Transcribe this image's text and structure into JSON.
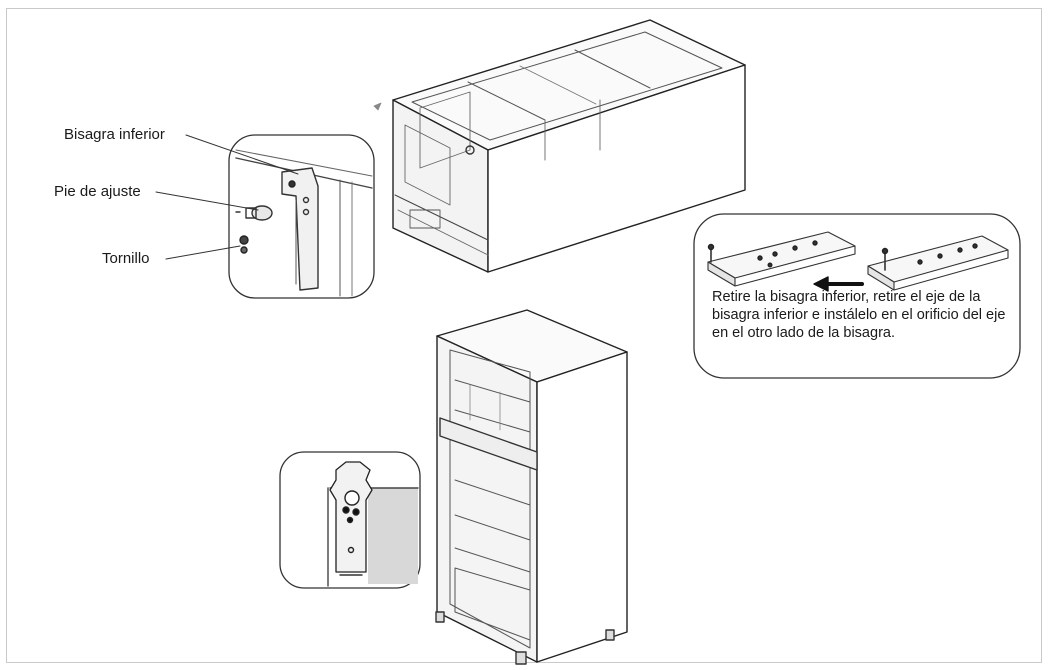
{
  "callouts": {
    "lower_hinge": "Bisagra inferior",
    "adjust_foot": "Pie de ajuste",
    "screw": "Tornillo"
  },
  "instruction": {
    "text": "Retire la bisagra inferior, retire el eje de la bisagra inferior e instálelo en el orificio del eje en el otro lado de la bisagra."
  }
}
